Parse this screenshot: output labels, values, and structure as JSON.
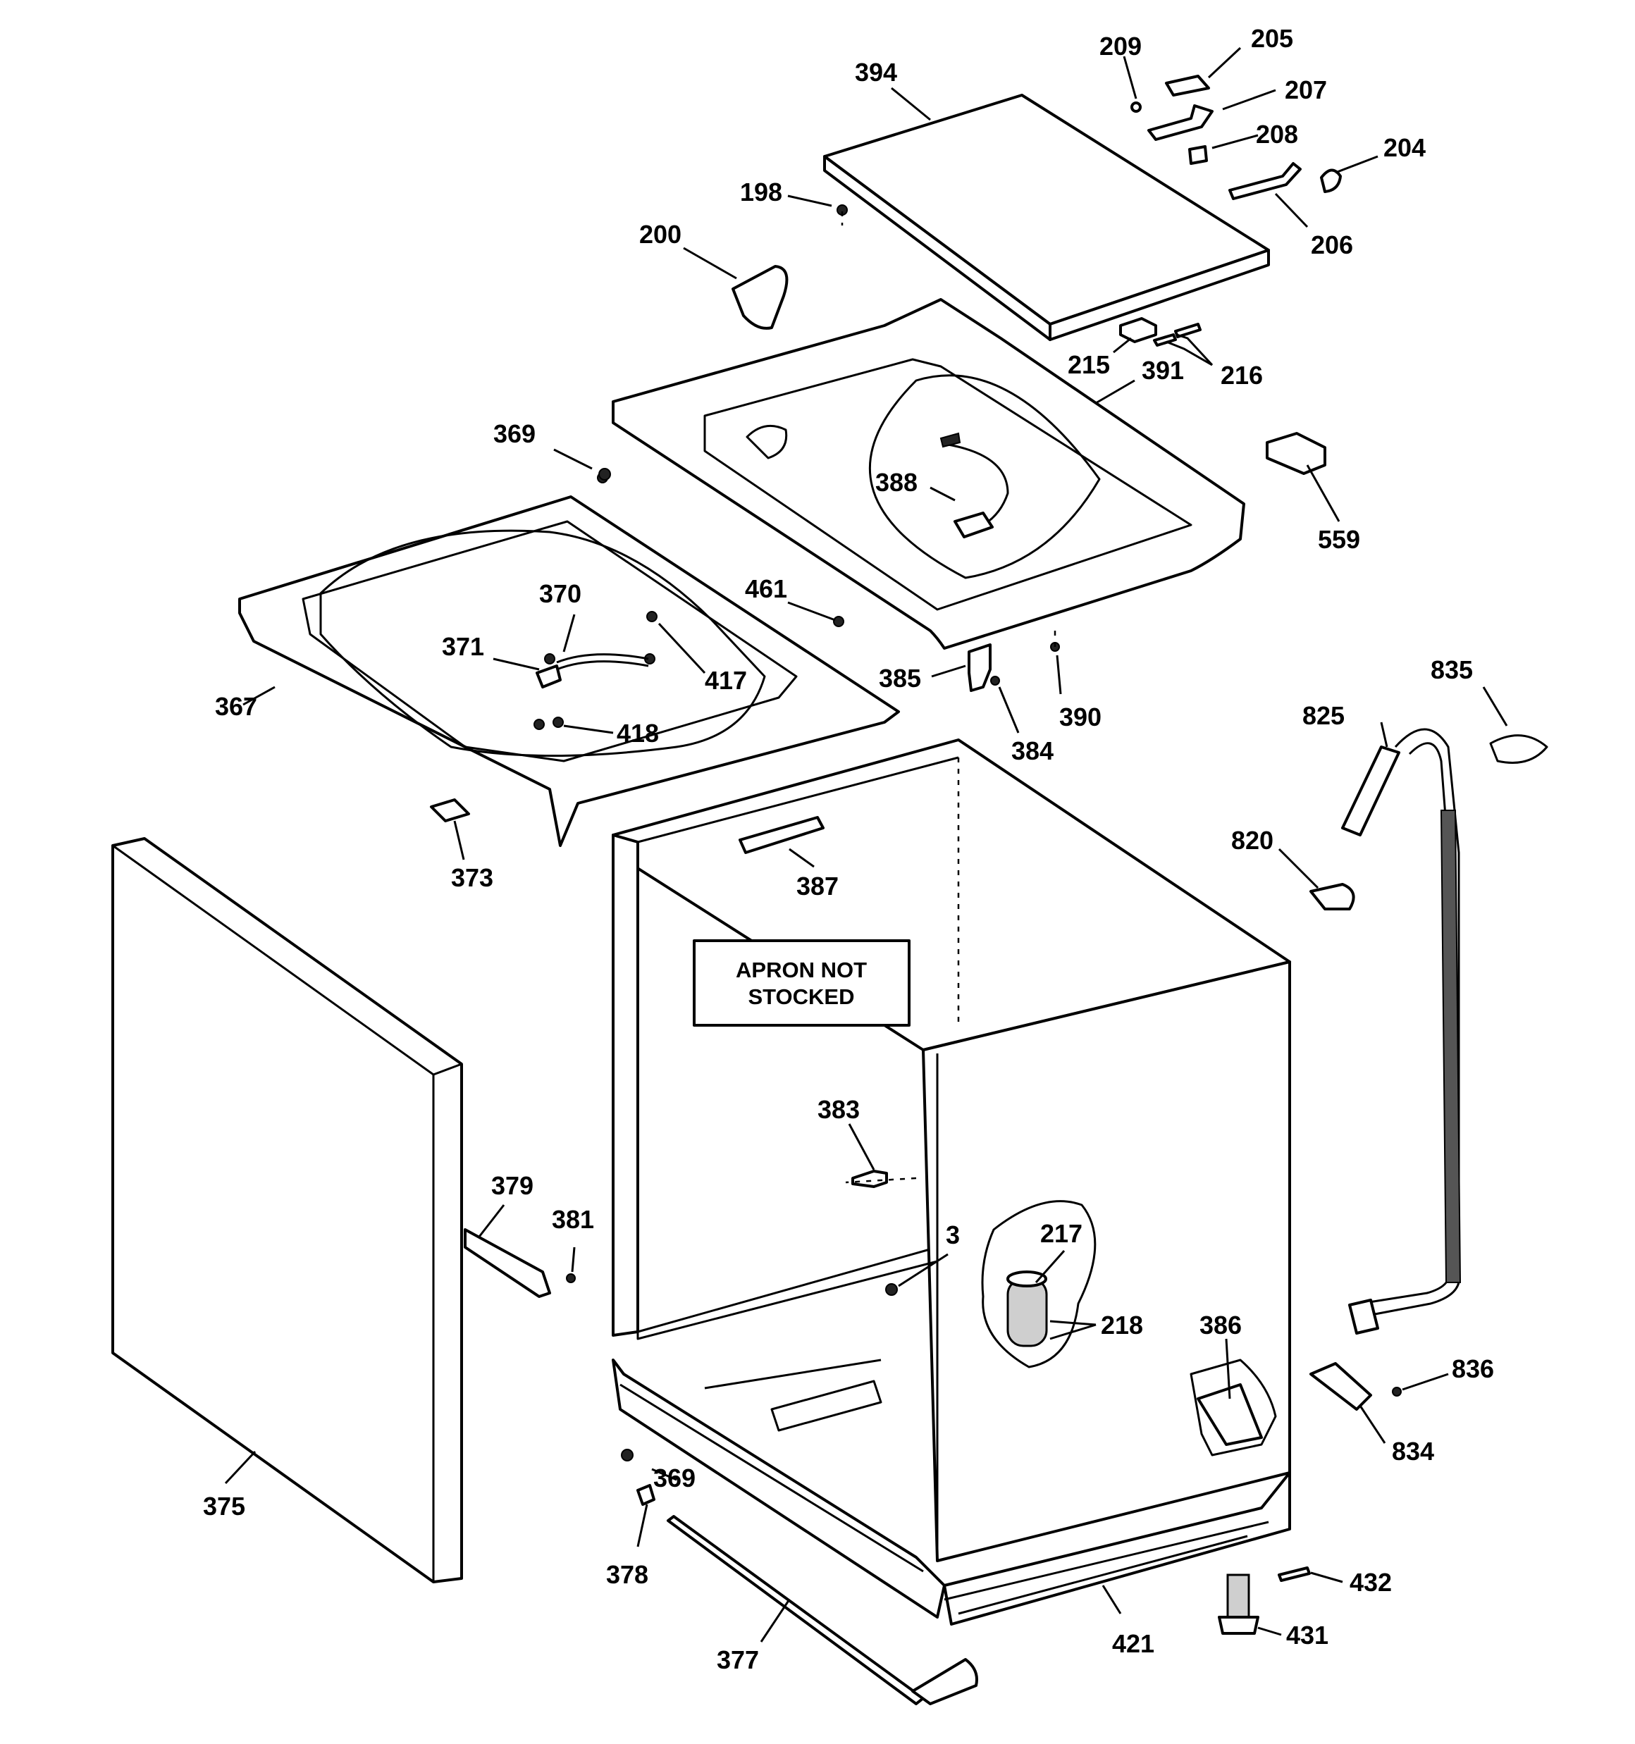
{
  "note": {
    "line1": "APRON NOT",
    "line2": "STOCKED"
  },
  "callouts": {
    "c394": "394",
    "c209": "209",
    "c205": "205",
    "c207": "207",
    "c208": "208",
    "c204": "204",
    "c206": "206",
    "c198": "198",
    "c200": "200",
    "c215": "215",
    "c391": "391",
    "c216": "216",
    "c559": "559",
    "c369_top": "369",
    "c388": "388",
    "c370": "370",
    "c371": "371",
    "c417": "417",
    "c418": "418",
    "c461": "461",
    "c367": "367",
    "c385": "385",
    "c390": "390",
    "c384": "384",
    "c373": "373",
    "c387": "387",
    "c835": "835",
    "c825": "825",
    "c820": "820",
    "c383": "383",
    "c379": "379",
    "c381": "381",
    "c3": "3",
    "c217": "217",
    "c218": "218",
    "c386": "386",
    "c836": "836",
    "c834": "834",
    "c375": "375",
    "c369_bottom": "369",
    "c378": "378",
    "c377": "377",
    "c421": "421",
    "c432": "432",
    "c431": "431"
  }
}
